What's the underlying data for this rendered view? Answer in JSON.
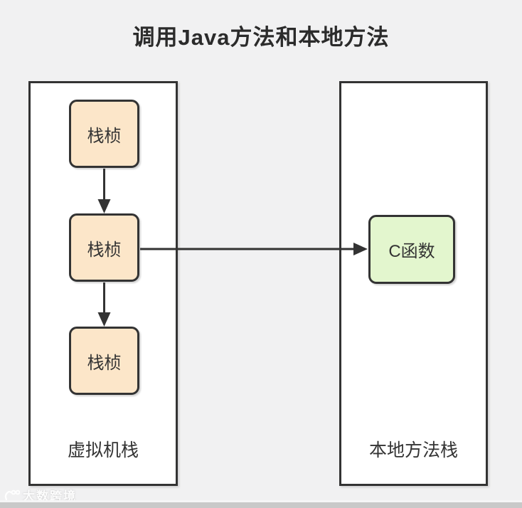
{
  "title": "调用Java方法和本地方法",
  "diagram": {
    "left_container": {
      "label": "虚拟机栈",
      "frames": [
        {
          "id": "frame-1",
          "label": "栈桢"
        },
        {
          "id": "frame-2",
          "label": "栈桢"
        },
        {
          "id": "frame-3",
          "label": "栈桢"
        }
      ]
    },
    "right_container": {
      "label": "本地方法栈",
      "node": {
        "id": "c-function",
        "label": "C函数"
      }
    },
    "edges": [
      {
        "from": "frame-1",
        "to": "frame-2",
        "direction": "down"
      },
      {
        "from": "frame-2",
        "to": "frame-3",
        "direction": "down"
      },
      {
        "from": "frame-2",
        "to": "c-function",
        "direction": "right"
      }
    ]
  },
  "watermark": {
    "text": "大数跨境",
    "logo": "watermark-logo"
  },
  "colors": {
    "background": "#F1F1F2",
    "container_fill": "#FFFFFF",
    "stroke": "#333333",
    "frame_fill": "#FCE6C9",
    "c_function_fill": "#E3F6CE",
    "bottom_bar": "#C9C9C9",
    "watermark": "#FFFFFF"
  }
}
